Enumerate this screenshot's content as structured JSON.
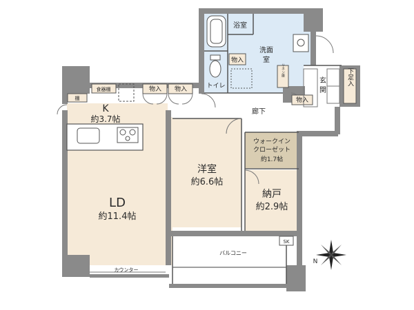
{
  "labels": {
    "kitchen": "K",
    "kitchen_size": "約3.7帖",
    "ld": "LD",
    "ld_size": "約11.4帖",
    "western_room": "洋室",
    "western_room_size": "約6.6帖",
    "storage": "納戸",
    "storage_size": "約2.9帖",
    "walkin_1": "ウォークイン",
    "walkin_2": "クローゼット",
    "walkin_size": "約1.7帖",
    "bathroom": "浴室",
    "washroom_1": "洗面",
    "washroom_2": "室",
    "toilet": "トイレ",
    "entrance_1": "玄",
    "entrance_2": "関",
    "shoe_rack": "下足入",
    "hallway": "廊下",
    "balcony": "バルコニー",
    "counter": "カウンター",
    "cupboard": "食器棚",
    "shelf": "棚",
    "closet_1": "物入",
    "closet_2": "物入",
    "closet_3": "物入",
    "closet_4": "物入",
    "linen": "リネン庫",
    "sk": "SK",
    "north": "N"
  },
  "colors": {
    "wall": "#8a8a8a",
    "wood_floor": "#f6ead8",
    "wet_area": "#dceaf6",
    "walkin_fill": "#d9cdb2",
    "tatami": "#ffffff"
  }
}
